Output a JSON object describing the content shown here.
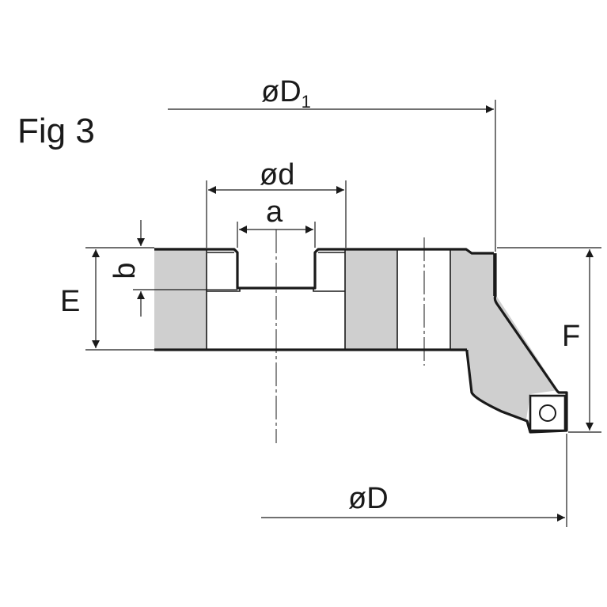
{
  "figure": {
    "title": "Fig 3",
    "labels": {
      "D1": "øD",
      "D1_sub": "1",
      "d": "ød",
      "a": "a",
      "b": "b",
      "E": "E",
      "F": "F",
      "D": "øD"
    },
    "colors": {
      "line": "#1a1a1a",
      "fill": "#cfcfcf",
      "background": "#ffffff"
    }
  }
}
